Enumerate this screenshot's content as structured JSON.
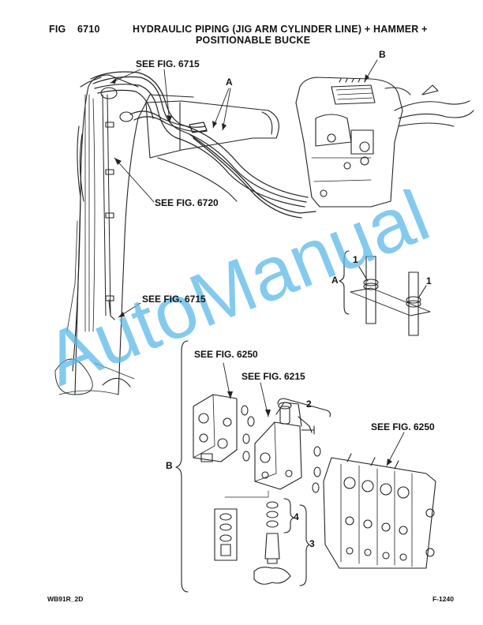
{
  "header": {
    "fig_label": "FIG",
    "fig_number": "6710",
    "title_line1": "HYDRAULIC PIPING (JIG ARM CYLINDER LINE) + HAMMER +",
    "title_line2": "POSITIONABLE BUCKE"
  },
  "callouts": {
    "see_6715_top": "SEE FIG. 6715",
    "see_6720": "SEE FIG. 6720",
    "see_6715_mid": "SEE FIG. 6715",
    "see_6250_left": "SEE FIG. 6250",
    "see_6215": "SEE FIG. 6215",
    "see_6250_right": "SEE FIG. 6250",
    "label_a_top": "A",
    "label_b_top": "B",
    "label_a_detail": "A",
    "label_b_detail": "B",
    "item_1_left": "1",
    "item_1_right": "1",
    "item_2": "2",
    "item_3": "3",
    "item_4": "4"
  },
  "watermark": {
    "text": "AutoManual",
    "color": "#5bb8e8"
  },
  "footer": {
    "doc_code": "WB91R_2D",
    "page_code": "F-1240"
  }
}
